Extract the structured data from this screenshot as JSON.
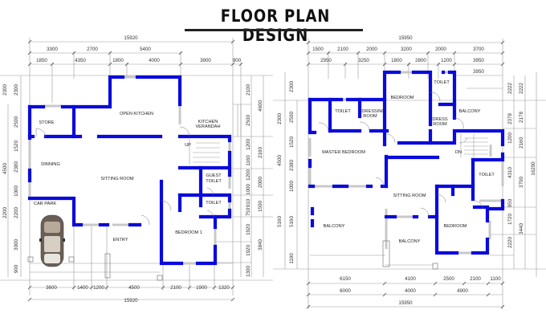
{
  "title": "FLOOR PLAN DESIGN",
  "colors": {
    "wall": "#0a0adc",
    "window": "#c8c8c8",
    "dimension_line": "#9a9a9a",
    "text": "#222222"
  },
  "ground_floor": {
    "dims_top": {
      "overall": "15920",
      "row1": [
        "3300",
        "2700",
        "5400"
      ],
      "row2": [
        "1850",
        "4350",
        "1800",
        "4000",
        "3900",
        "900"
      ]
    },
    "dims_bottom": {
      "row1": [
        "3600",
        "1400",
        "1200",
        "4500",
        "2100",
        "1900",
        "1320"
      ],
      "overall": "15920"
    },
    "dims_left": {
      "outer": [
        "2300",
        "4500",
        "2200"
      ],
      "inner": [
        "2300",
        "2500",
        "1520",
        "2380",
        "1000",
        "2200",
        "3000",
        "900"
      ]
    },
    "dims_right": {
      "inner": [
        "2100",
        "2500",
        "1200",
        "1160",
        "1200",
        "1000",
        "750",
        "910",
        "1920",
        "1920",
        "1300"
      ],
      "outer": [
        "4600",
        "2160",
        "2000",
        "1500",
        "3840"
      ]
    },
    "rooms": {
      "store": "STORE",
      "open_kitchen": "OPEN KITCHEN",
      "kitchen_verandah_1": "KITCHEN",
      "kitchen_verandah_2": "VERANDAH",
      "dinning": "DINNING",
      "sitting_room": "SITTING ROOM",
      "guest_toilet_1": "GUEST",
      "guest_toilet_2": "TOILET",
      "toilet": "TOILET",
      "car_park": "CAR PARK",
      "entry": "ENTRY",
      "bedroom1": "BEDROOM 1",
      "stair_label": "UP"
    }
  },
  "first_floor": {
    "dims_top": {
      "overall": "15950",
      "row1": [
        "1500",
        "2100",
        "2000",
        "3200",
        "2000",
        "3700"
      ],
      "row2": [
        "2950",
        "3250",
        "1800",
        "2800",
        "1200",
        "3950"
      ],
      "row3": "3950"
    },
    "dims_bottom": {
      "row1": [
        "6150",
        "4100",
        "2500",
        "2100",
        "1100"
      ],
      "row2": [
        "6000",
        "4000",
        "4900"
      ],
      "overall": "15950"
    },
    "dims_left": {
      "outer": [
        "2300",
        "4500",
        "5160"
      ],
      "inner": [
        "2300",
        "2500",
        "1520",
        "2380",
        "1000",
        "5160",
        "1190"
      ]
    },
    "dims_right": {
      "inner": [
        "2222",
        "2378",
        "1200",
        "4310",
        "950",
        "1720",
        "2220"
      ],
      "mid": [
        "2222",
        "2178",
        "2160",
        "3700",
        "3440"
      ],
      "overall": "16200"
    },
    "rooms": {
      "toilet_a": "TOILET",
      "dressing_1": "DRESSING",
      "dressing_2": "ROOM",
      "bedroom_top": "BEDROOM",
      "toilet_b": "TOILET",
      "dress_1": "DRESS",
      "dress_2": "ROOM",
      "balcony_top": "BALCONY",
      "master_bedroom": "MASTER BEDROOM",
      "stair_label": "DN",
      "toilet_c": "TOILET",
      "sitting_room": "SITTING ROOM",
      "balcony_left": "BALCONY",
      "balcony_mid": "BALCONY",
      "bedroom": "BEDROOM"
    }
  }
}
